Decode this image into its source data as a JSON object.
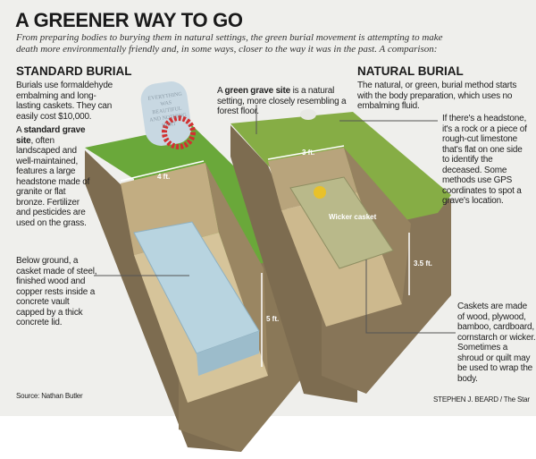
{
  "title": "A GREENER WAY TO GO",
  "subtitle": "From preparing bodies to burying them in natural settings, the green burial movement is attempting to make death more environmentally friendly and, in some ways, closer to the way it was in the past. A comparison:",
  "standard": {
    "heading": "STANDARD BURIAL",
    "intro": "Burials use formaldehyde embalming and long-lasting caskets. They can easily cost $10,000.",
    "site_bold": "standard grave site",
    "site_pre": "A ",
    "site_rest": ", often landscaped and well-maintained, features a large headstone made of granite or flat bronze. Fertilizer and pesticides are used on the grass.",
    "below": "Below ground, a casket made of steel, finished wood and copper rests inside a concrete vault capped by a thick concrete lid.",
    "width_label": "4 ft.",
    "depth_label": "5 ft.",
    "headstone_text": "EVERYTHING WAS BEAUTIFUL AND NOTHING HURT"
  },
  "natural": {
    "heading": "NATURAL BURIAL",
    "intro": "The natural, or green, burial method starts with the body preparation, which uses no embalming fluid.",
    "site_pre": "A ",
    "site_bold": "green grave site",
    "site_rest": " is a natural setting, more closely resembling a forest floor.",
    "headstone": "If there's a headstone, it's a rock or a piece of rough-cut limestone that's flat on one side to identify the deceased. Some methods use GPS coordinates to spot a grave's location.",
    "caskets": "Caskets are made of wood, plywood, bamboo, cardboard, cornstarch or wicker. Sometimes a shroud or quilt may be used to wrap the body.",
    "width_label": "3 ft.",
    "depth_label": "3.5 ft.",
    "casket_label": "Wicker casket"
  },
  "source": "Source: Nathan Butler",
  "credit": "STEPHEN J. BEARD / The Star",
  "colors": {
    "grass": "#6aa83a",
    "soil": "#8b7a5c",
    "soil_light": "#c8b48a",
    "vault": "#b8d4e0",
    "panel": "#efefec"
  }
}
